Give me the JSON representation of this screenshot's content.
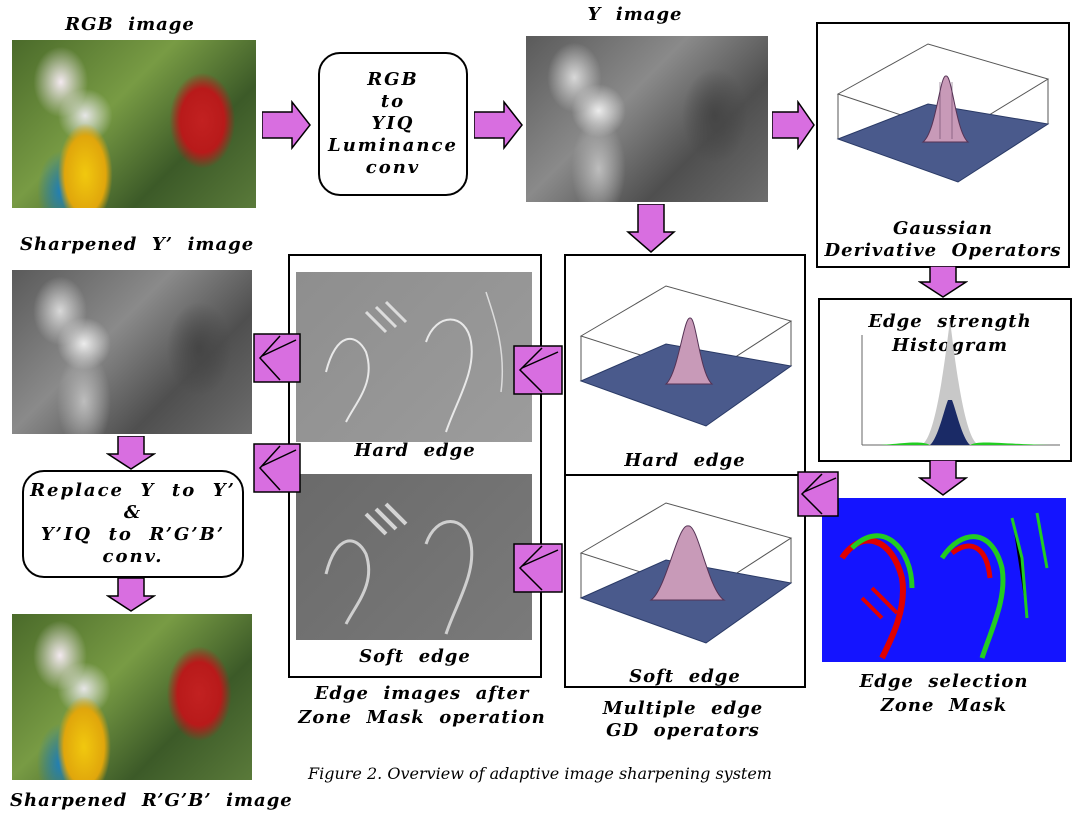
{
  "labels": {
    "rgb_image": "RGB  image",
    "y_image": "Y  image",
    "sharpened_y_image": "Sharpened  Y’  image",
    "sharpened_rgb_image": "Sharpened  R’G’B’  image",
    "gaussian": "Gaussian\nDerivative  Operators",
    "edge_strength": "Edge  strength\nHistogram",
    "hard_edge_images": "Hard  edge",
    "soft_edge_images": "Soft  edge",
    "hard_edge_gd": "Hard  edge",
    "soft_edge_gd": "Soft  edge",
    "edge_images_after": "Edge  images  after\nZone  Mask  operation",
    "multiple_edge": "Multiple  edge\nGD  operators",
    "edge_selection": "Edge  selection\nZone  Mask"
  },
  "process_boxes": {
    "rgb_to_yiq": "RGB\nto\nYIQ\nLuminance\nconv",
    "replace": "Replace  Y  to  Y’\n&\nY’IQ  to  R’G’B’\nconv."
  },
  "caption": "Figure 2. Overview of adaptive image sharpening system",
  "colors": {
    "arrow_fill": "#d86ee0",
    "arrow_stroke": "#000000",
    "plot_surface": "#4a5a8c",
    "zone_bg": "#1414ff",
    "zone_red": "#e00000",
    "zone_green": "#22cc22",
    "hist_gray": "#c8c8c8",
    "hist_navy": "#1a2a66",
    "hist_green": "#22cc22"
  }
}
